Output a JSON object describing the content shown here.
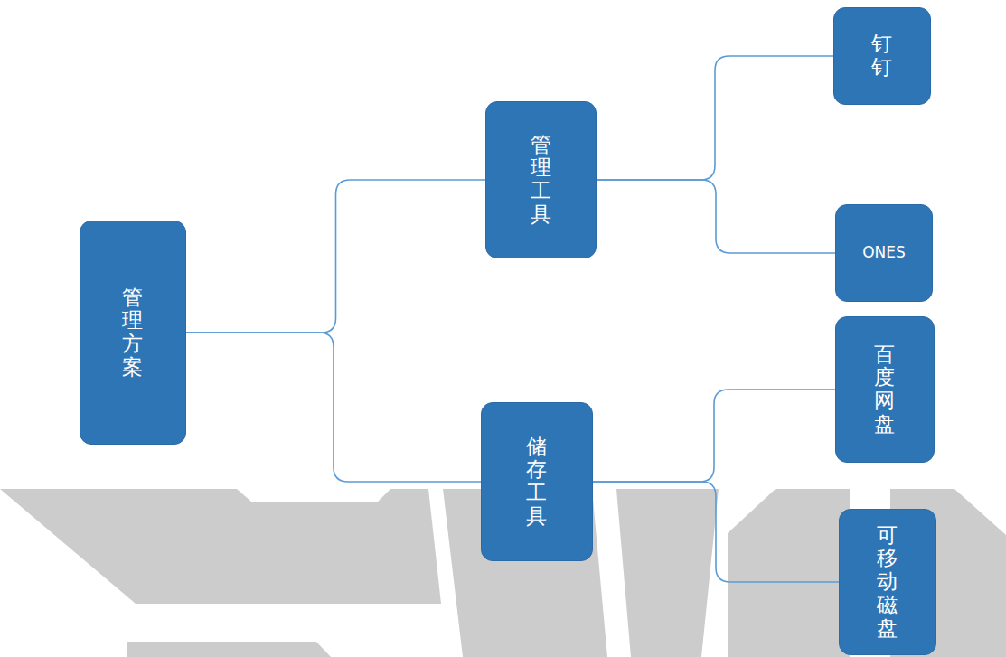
{
  "diagram": {
    "nodes": [
      {
        "text": [
          "管理方案"
        ]
      },
      {
        "text": [
          "管理工具"
        ]
      },
      {
        "text": [
          "储存工具"
        ]
      },
      {
        "text": [
          "钉钉"
        ]
      },
      {
        "text": [
          "ONES"
        ]
      },
      {
        "text": [
          "百度网盘"
        ]
      },
      {
        "text": [
          "可移动磁盘"
        ]
      }
    ],
    "edges": [
      {
        "from": 0,
        "to": 1,
        "arrow": "none"
      },
      {
        "from": 0,
        "to": 2,
        "arrow": "none"
      },
      {
        "from": 1,
        "to": 3,
        "arrow": "none"
      },
      {
        "from": 1,
        "to": 4,
        "arrow": "none"
      },
      {
        "from": 2,
        "to": 5,
        "arrow": "none"
      },
      {
        "from": 2,
        "to": 6,
        "arrow": "none"
      }
    ]
  }
}
